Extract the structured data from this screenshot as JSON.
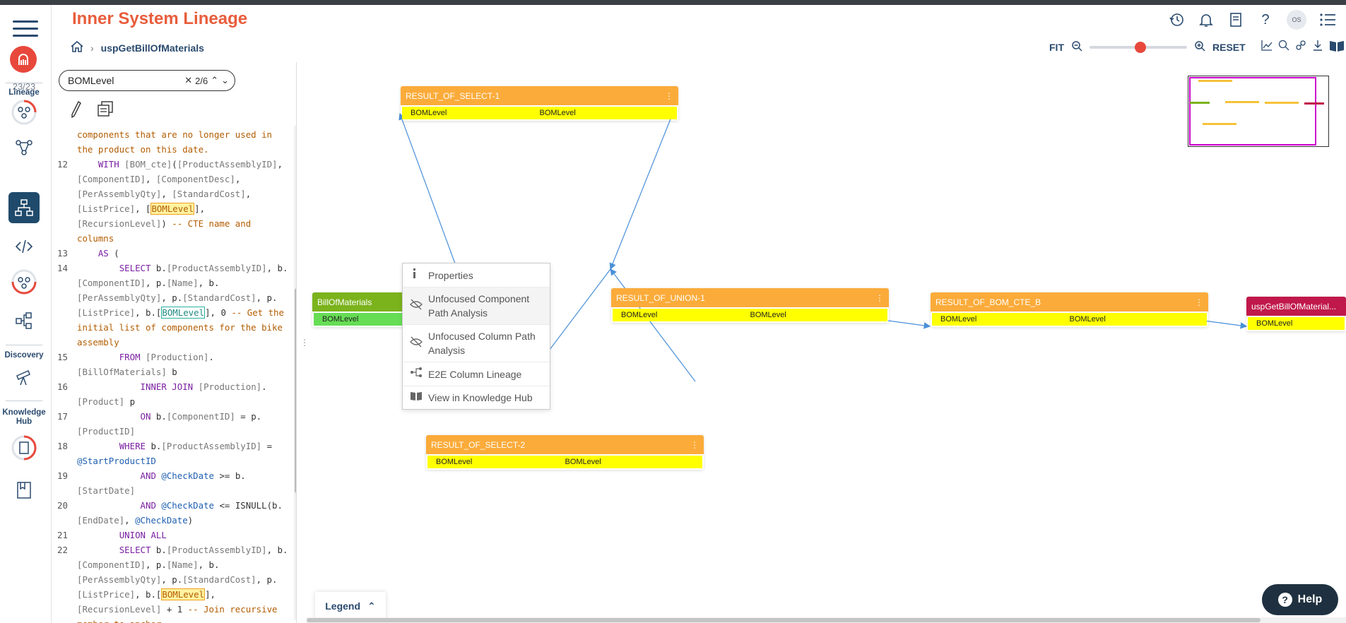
{
  "app": {
    "title": "Inner System Lineage",
    "counter": "23/23",
    "avatar_initials": "OS",
    "colors": {
      "accent": "#e85d3c",
      "nav": "#2a4a6e",
      "node_orange": "#fbab3a",
      "node_green": "#7bb31c",
      "node_crimson": "#c0184a",
      "column_yellow": "#ffff00"
    }
  },
  "nav": {
    "sections": [
      "Lineage",
      "Discovery",
      "Knowledge Hub"
    ]
  },
  "breadcrumb": {
    "current": "uspGetBillOfMaterials"
  },
  "zoom": {
    "fit": "FIT",
    "reset": "RESET",
    "level": 0.52
  },
  "search": {
    "value": "BOMLevel",
    "match": "2/6"
  },
  "code": [
    {
      "n": "",
      "parts": [
        [
          "cmt",
          "components that are no longer used in the product on this date."
        ]
      ]
    },
    {
      "n": "12",
      "parts": [
        [
          "txt",
          "    "
        ],
        [
          "kw",
          "WITH"
        ],
        [
          "txt",
          " "
        ],
        [
          "br",
          "[BOM_cte]"
        ],
        [
          "txt",
          "("
        ],
        [
          "br",
          "[ProductAssemblyID]"
        ],
        [
          "txt",
          ", "
        ],
        [
          "br",
          "[ComponentID]"
        ],
        [
          "txt",
          ", "
        ],
        [
          "br",
          "[ComponentDesc]"
        ],
        [
          "txt",
          ", "
        ],
        [
          "br",
          "[PerAssemblyQty]"
        ],
        [
          "txt",
          ", "
        ],
        [
          "br",
          "[StandardCost]"
        ],
        [
          "txt",
          ", "
        ],
        [
          "br",
          "[ListPrice]"
        ],
        [
          "txt",
          ", ["
        ],
        [
          "hlo",
          "BOMLevel"
        ],
        [
          "txt",
          "], "
        ],
        [
          "br",
          "[RecursionLevel]"
        ],
        [
          "txt",
          ") "
        ],
        [
          "cmt",
          "-- CTE name and columns"
        ]
      ]
    },
    {
      "n": "13",
      "parts": [
        [
          "txt",
          "    "
        ],
        [
          "kw",
          "AS"
        ],
        [
          "txt",
          " ("
        ]
      ]
    },
    {
      "n": "14",
      "parts": [
        [
          "txt",
          "        "
        ],
        [
          "kw",
          "SELECT"
        ],
        [
          "txt",
          " b."
        ],
        [
          "br",
          "[ProductAssemblyID]"
        ],
        [
          "txt",
          ", b."
        ],
        [
          "br",
          "[ComponentID]"
        ],
        [
          "txt",
          ", p."
        ],
        [
          "br",
          "[Name]"
        ],
        [
          "txt",
          ", b."
        ],
        [
          "br",
          "[PerAssemblyQty]"
        ],
        [
          "txt",
          ", p."
        ],
        [
          "br",
          "[StandardCost]"
        ],
        [
          "txt",
          ", p."
        ],
        [
          "br",
          "[ListPrice]"
        ],
        [
          "txt",
          ", b.["
        ],
        [
          "hlg",
          "BOMLevel"
        ],
        [
          "txt",
          "], 0 "
        ],
        [
          "cmt",
          "-- Get the initial list of components for the bike assembly"
        ]
      ]
    },
    {
      "n": "15",
      "parts": [
        [
          "txt",
          "        "
        ],
        [
          "kw",
          "FROM"
        ],
        [
          "txt",
          " "
        ],
        [
          "br",
          "[Production]"
        ],
        [
          "txt",
          "."
        ],
        [
          "br",
          "[BillOfMaterials]"
        ],
        [
          "txt",
          " b"
        ]
      ]
    },
    {
      "n": "16",
      "parts": [
        [
          "txt",
          "            "
        ],
        [
          "kw",
          "INNER JOIN"
        ],
        [
          "txt",
          " "
        ],
        [
          "br",
          "[Production]"
        ],
        [
          "txt",
          "."
        ],
        [
          "br",
          "[Product]"
        ],
        [
          "txt",
          " p"
        ]
      ]
    },
    {
      "n": "17",
      "parts": [
        [
          "txt",
          "            "
        ],
        [
          "kw",
          "ON"
        ],
        [
          "txt",
          " b."
        ],
        [
          "br",
          "[ComponentID]"
        ],
        [
          "txt",
          " = p."
        ],
        [
          "br",
          "[ProductID]"
        ]
      ]
    },
    {
      "n": "18",
      "parts": [
        [
          "txt",
          "        "
        ],
        [
          "kw",
          "WHERE"
        ],
        [
          "txt",
          " b."
        ],
        [
          "br",
          "[ProductAssemblyID]"
        ],
        [
          "txt",
          " = "
        ],
        [
          "var",
          "@StartProductID"
        ]
      ]
    },
    {
      "n": "19",
      "parts": [
        [
          "txt",
          "            "
        ],
        [
          "kw",
          "AND"
        ],
        [
          "txt",
          " "
        ],
        [
          "var",
          "@CheckDate"
        ],
        [
          "txt",
          " >= b."
        ],
        [
          "br",
          "[StartDate]"
        ]
      ]
    },
    {
      "n": "20",
      "parts": [
        [
          "txt",
          "            "
        ],
        [
          "kw",
          "AND"
        ],
        [
          "txt",
          " "
        ],
        [
          "var",
          "@CheckDate"
        ],
        [
          "txt",
          " <= ISNULL(b."
        ],
        [
          "br",
          "[EndDate]"
        ],
        [
          "txt",
          ", "
        ],
        [
          "var",
          "@CheckDate"
        ],
        [
          "txt",
          ")"
        ]
      ]
    },
    {
      "n": "21",
      "parts": [
        [
          "txt",
          "        "
        ],
        [
          "kw",
          "UNION ALL"
        ]
      ]
    },
    {
      "n": "22",
      "parts": [
        [
          "txt",
          "        "
        ],
        [
          "kw",
          "SELECT"
        ],
        [
          "txt",
          " b."
        ],
        [
          "br",
          "[ProductAssemblyID]"
        ],
        [
          "txt",
          ", b."
        ],
        [
          "br",
          "[ComponentID]"
        ],
        [
          "txt",
          ", p."
        ],
        [
          "br",
          "[Name]"
        ],
        [
          "txt",
          ", b."
        ],
        [
          "br",
          "[PerAssemblyQty]"
        ],
        [
          "txt",
          ", p."
        ],
        [
          "br",
          "[StandardCost]"
        ],
        [
          "txt",
          ", p."
        ],
        [
          "br",
          "[ListPrice]"
        ],
        [
          "txt",
          ", b.["
        ],
        [
          "hlo",
          "BOMLevel"
        ],
        [
          "txt",
          "], "
        ],
        [
          "br",
          "[RecursionLevel]"
        ],
        [
          "txt",
          " + 1 "
        ],
        [
          "cmt",
          "-- Join recursive member to anchor"
        ]
      ]
    }
  ],
  "nodes": {
    "select1": {
      "title": "RESULT_OF_SELECT-1",
      "col_a": "BOMLevel",
      "col_b": "BOMLevel"
    },
    "bom": {
      "title": "BillOfMaterials",
      "col_a": "BOMLevel"
    },
    "union1": {
      "title": "RESULT_OF_UNION-1",
      "col_a": "BOMLevel",
      "col_b": "BOMLevel"
    },
    "cte_b": {
      "title": "RESULT_OF_BOM_CTE_B",
      "col_a": "BOMLevel",
      "col_b": "BOMLevel"
    },
    "usp": {
      "title": "uspGetBillOfMaterial...",
      "col_a": "BOMLevel"
    },
    "select2": {
      "title": "RESULT_OF_SELECT-2",
      "col_a": "BOMLevel",
      "col_b": "BOMLevel"
    }
  },
  "context_menu": {
    "properties": "Properties",
    "unfocused_component": "Unfocused Component Path Analysis",
    "unfocused_column": "Unfocused Column Path Analysis",
    "e2e": "E2E Column Lineage",
    "knowledge_hub": "View in Knowledge Hub"
  },
  "legend": {
    "label": "Legend"
  },
  "help": {
    "label": "Help"
  }
}
